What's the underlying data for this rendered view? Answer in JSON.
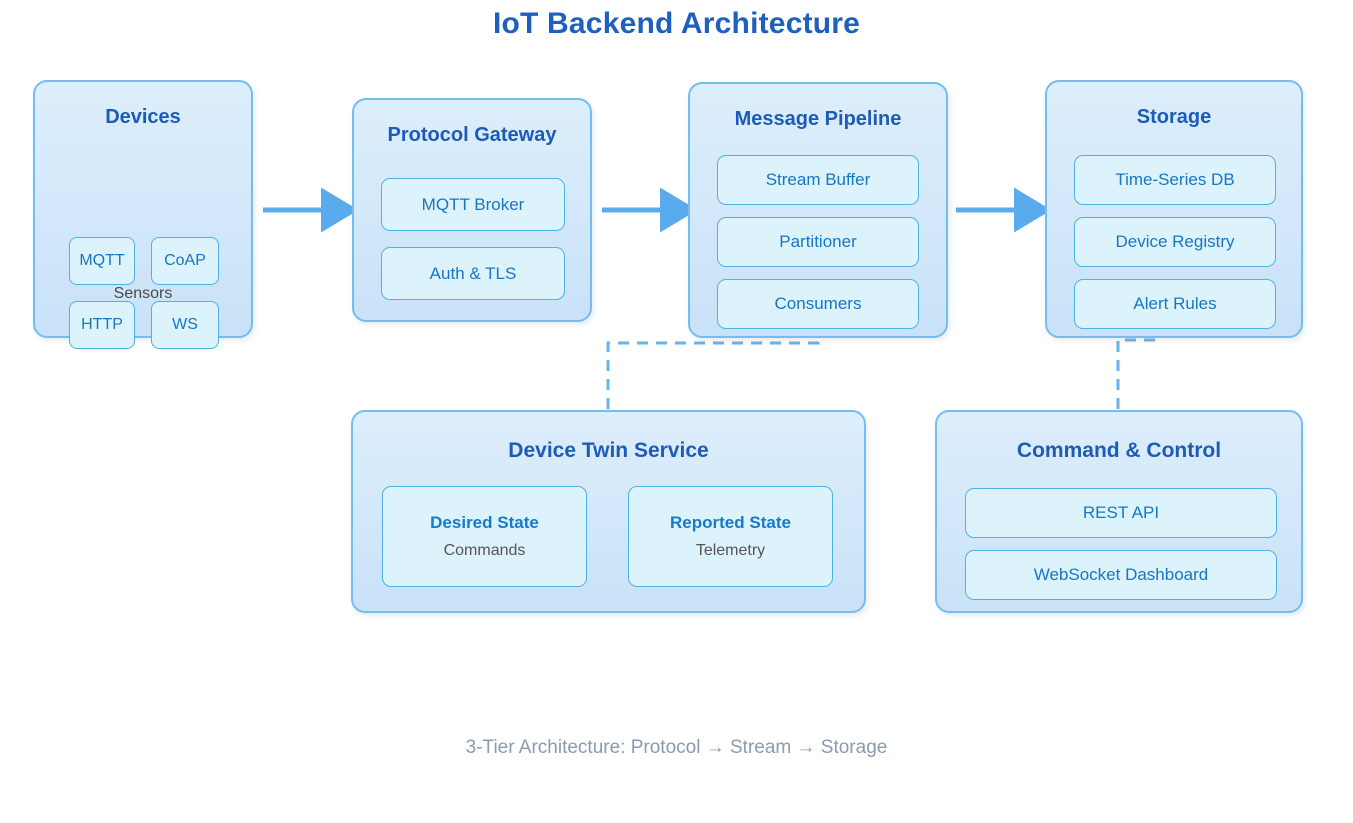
{
  "title": "IoT Backend Architecture",
  "footer": "3-Tier Architecture: Protocol → Stream → Storage",
  "colors": {
    "title": "#1f5fbf",
    "group_border": "#73bdf2",
    "group_fill_top": "#ddeefb",
    "group_fill_bottom": "#c9e2f8",
    "chip_border": "#4db2e8",
    "chip_fill": "#ddf3fc",
    "chip_text": "#1776c4",
    "arrow": "#5aabee",
    "dashed_connector": "#63b4f0",
    "muted_text": "#8a9bae",
    "sub_text": "#555555"
  },
  "groups": {
    "devices": {
      "title": "Devices",
      "chips": [
        "MQTT",
        "CoAP",
        "HTTP",
        "WS"
      ],
      "footer_label": "Sensors"
    },
    "protocol_gateway": {
      "title": "Protocol Gateway",
      "chips": [
        "MQTT Broker",
        "Auth & TLS"
      ]
    },
    "message_pipeline": {
      "title": "Message Pipeline",
      "chips": [
        "Stream Buffer",
        "Partitioner",
        "Consumers"
      ]
    },
    "storage": {
      "title": "Storage",
      "chips": [
        "Time-Series DB",
        "Device Registry",
        "Alert Rules"
      ]
    },
    "device_twin": {
      "title": "Device Twin Service",
      "panels": [
        {
          "title": "Desired State",
          "subtitle": "Commands"
        },
        {
          "title": "Reported State",
          "subtitle": "Telemetry"
        }
      ]
    },
    "command_control": {
      "title": "Command & Control",
      "chips": [
        "REST API",
        "WebSocket Dashboard"
      ]
    }
  },
  "flow": {
    "arrows": [
      {
        "from": "devices",
        "to": "protocol_gateway"
      },
      {
        "from": "protocol_gateway",
        "to": "message_pipeline"
      },
      {
        "from": "message_pipeline",
        "to": "storage"
      }
    ],
    "dashed_links": [
      {
        "from": "message_pipeline",
        "to": "device_twin"
      },
      {
        "from": "storage",
        "to": "command_control"
      }
    ]
  }
}
